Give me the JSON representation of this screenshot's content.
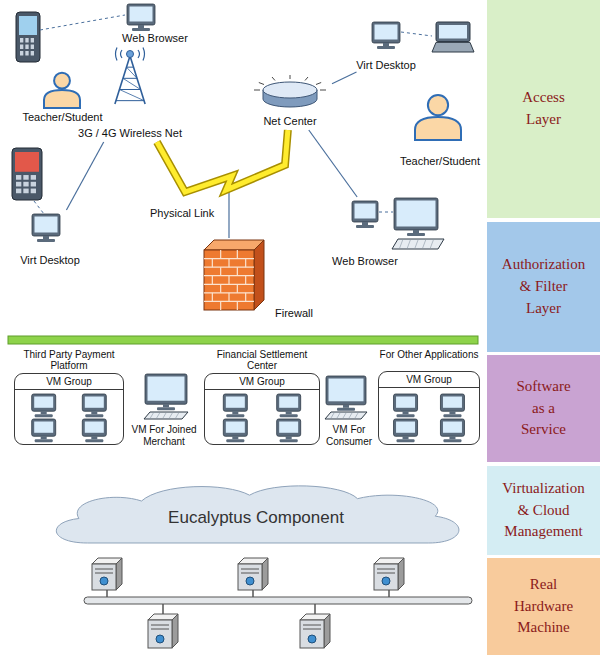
{
  "diagram": {
    "nodes": [
      {
        "text": [
          "Web Browser"
        ]
      },
      {
        "text": [
          "Teacher/Student"
        ]
      },
      {
        "text": [
          "3G / 4G Wireless Net"
        ]
      },
      {
        "text": [
          "Net Center"
        ]
      },
      {
        "text": [
          "Virt Desktop"
        ]
      },
      {
        "text": [
          "Teacher/Student"
        ]
      },
      {
        "text": [
          "Virt Desktop"
        ]
      },
      {
        "text": [
          "Web Browser"
        ]
      },
      {
        "text": [
          "Firewall"
        ]
      },
      {
        "text": [
          "Access Layer"
        ]
      },
      {
        "text": [
          "Authorization & Filter Layer"
        ]
      },
      {
        "text": [
          "Third Party Payment Platform",
          "VM Group"
        ]
      },
      {
        "text": [
          "VM For Joined Merchant"
        ]
      },
      {
        "text": [
          "Financial Settlement Center",
          "VM Group"
        ]
      },
      {
        "text": [
          "VM For Consumer"
        ]
      },
      {
        "text": [
          "For Other Applications",
          "VM Group"
        ]
      },
      {
        "text": [
          "Software as a Service"
        ]
      },
      {
        "text": [
          "Eucalyptus Component"
        ]
      },
      {
        "text": [
          "Virtualization & Cloud Management"
        ]
      },
      {
        "text": [
          "Real Hardware Machine"
        ]
      }
    ],
    "edges": [
      {
        "from": 2,
        "to": 6,
        "arrow": "none"
      },
      {
        "from": 2,
        "to": 3,
        "label": "Physical Link",
        "arrow": "none"
      },
      {
        "from": 3,
        "to": 4,
        "arrow": "none"
      },
      {
        "from": 3,
        "to": 7,
        "arrow": "none"
      }
    ]
  }
}
